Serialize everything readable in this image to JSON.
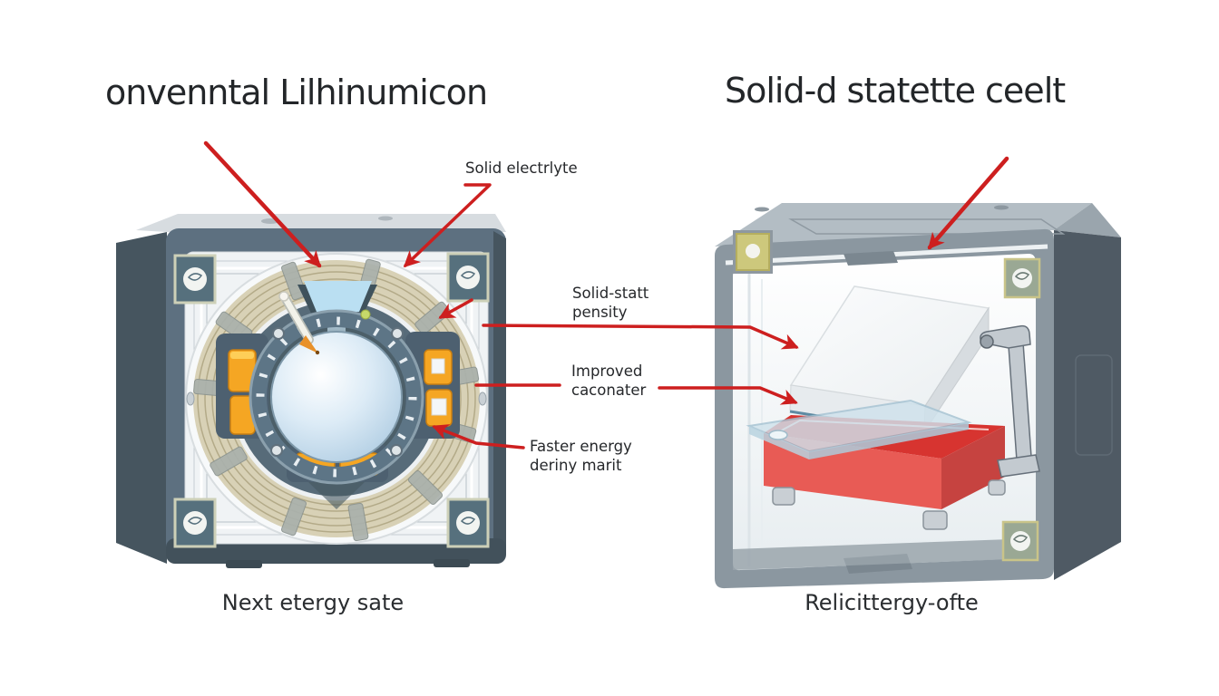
{
  "titles": {
    "left": "onvenntal Lilhinumicon",
    "right": "Solid-d statette ceelt"
  },
  "captions": {
    "left": "Next etergy sate",
    "right": "Relicittergy-ofte"
  },
  "callouts": {
    "solid_electrolyte": {
      "line1": "Solid electrlyte"
    },
    "solid_state_density": {
      "line1": "Solid-statt",
      "line2": "pensity"
    },
    "improved_container": {
      "line1": "Improved",
      "line2": "caconater"
    },
    "faster_energy": {
      "line1": "Faster energy",
      "line2": "deriny marit"
    }
  },
  "colors": {
    "accent_red": "#cd1f1f",
    "text_dark": "#232629",
    "case_slate": "#5d7080",
    "case_slate_dark": "#46555f",
    "case_top": "#d7dce0",
    "frame_white": "#f0f3f5",
    "coil_cream": "#d8d1b6",
    "coil_line": "#b3aa88",
    "disc_slate": "#576b79",
    "disc_dark": "#45565f",
    "accent_orange": "#f5a623",
    "orange_light": "#ffd35e",
    "sphere_blue": "#cfe4f2",
    "sphere_edge": "#a9c9e0",
    "glass_blue": "#cfe2ec",
    "box_white": "#f3f5f7",
    "red_top": "#d73430",
    "red_front": "#e85b55",
    "red_side": "#c64340",
    "cell_frame": "#8b97a0",
    "cell_side": "#4f5a64",
    "cell_top": "#b3bdc4",
    "interior_white": "#f3f7f9",
    "metal_gray": "#c3cad0",
    "tile_khaki": "#cdc87c",
    "tile_green": "#9aa894"
  }
}
